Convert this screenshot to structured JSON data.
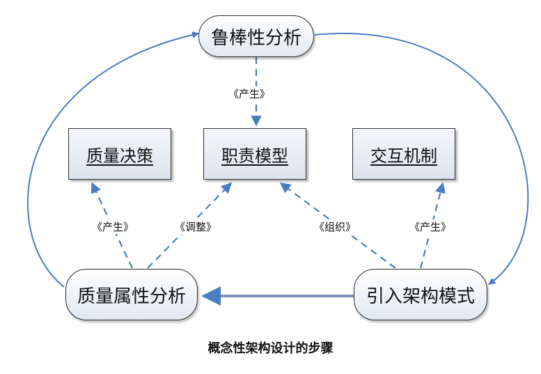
{
  "nodes": {
    "robustness": "鲁棒性分析",
    "quality_decision": "质量决策",
    "responsibility_model": "职责模型",
    "interaction_mechanism": "交互机制",
    "quality_attribute": "质量属性分析",
    "architecture_pattern": "引入架构模式"
  },
  "edge_labels": {
    "produce_top": "《产生》",
    "produce_left": "《产生》",
    "adjust": "《调整》",
    "organize": "《组织》",
    "produce_right": "《产生》"
  },
  "caption": "概念性架构设计的步骤",
  "colors": {
    "arrow": "#4a7cc2",
    "box_border": "#2b2b2b"
  }
}
